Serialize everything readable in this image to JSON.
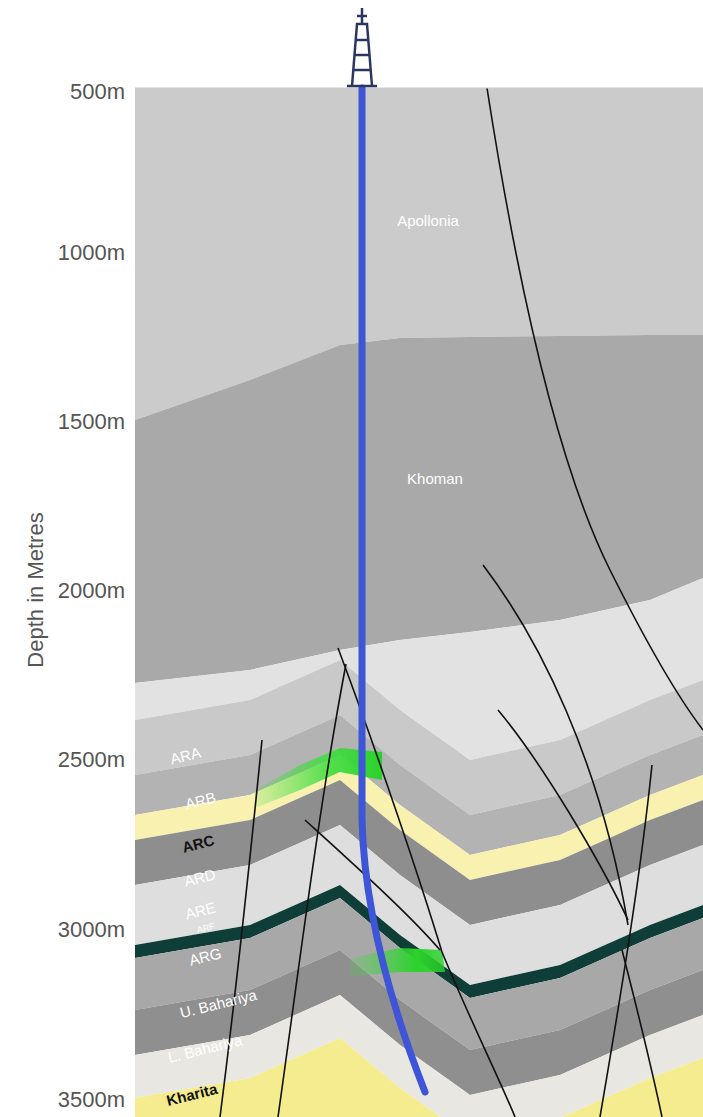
{
  "diagram": {
    "labels": [
      "500m",
      "1000m",
      "1500m",
      "2000m",
      "2500m",
      "3000m",
      "3500m",
      "Depth in Metres",
      "Apollonia",
      "Khoman",
      "ARA",
      "ARB",
      "ARC",
      "ARD",
      "ARE",
      "ARF",
      "ARG",
      "U. Bahariya",
      "L. Bahariya",
      "Kharita"
    ]
  }
}
